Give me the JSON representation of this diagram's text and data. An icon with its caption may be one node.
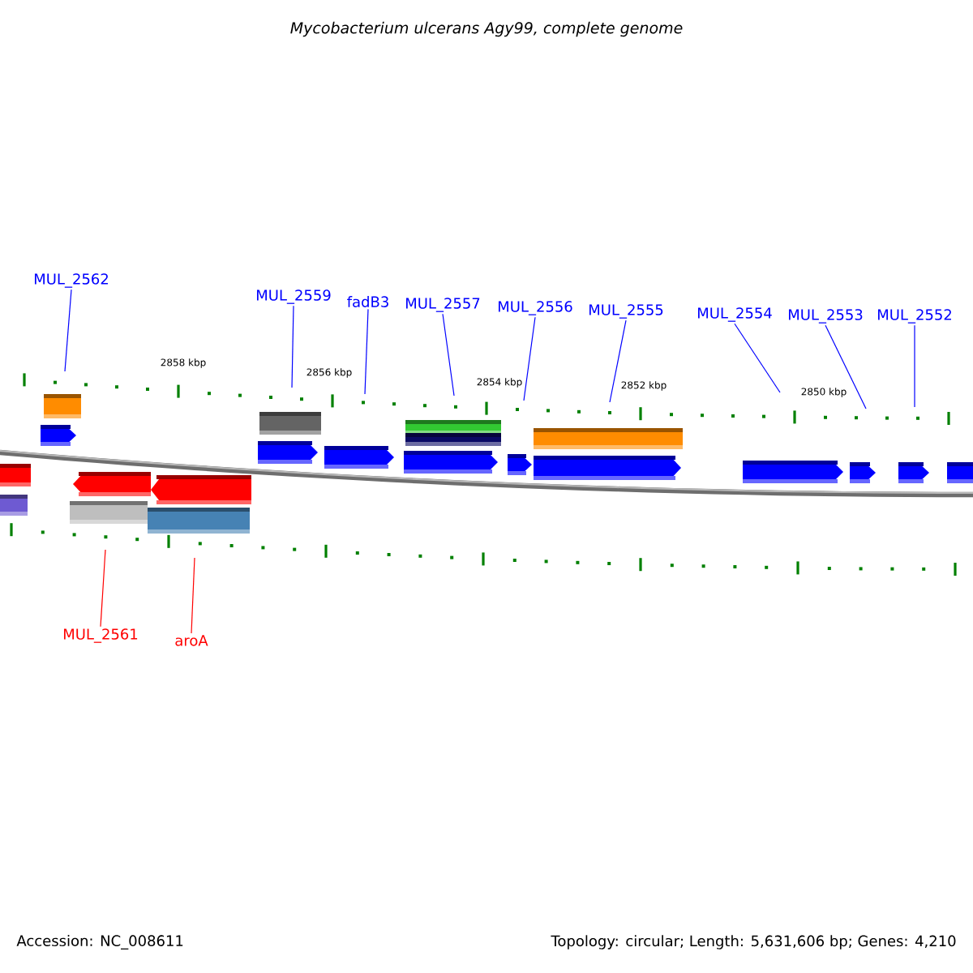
{
  "diagram": {
    "title": "*Mycobacterium ulcerans* Agy99, complete genome",
    "nodes": [
      {
        "text": [
          "MUL_2562"
        ]
      },
      {
        "text": [
          "MUL_2559"
        ]
      },
      {
        "text": [
          "fadB3"
        ]
      },
      {
        "text": [
          "MUL_2557"
        ]
      },
      {
        "text": [
          "MUL_2556"
        ]
      },
      {
        "text": [
          "MUL_2555"
        ]
      },
      {
        "text": [
          "MUL_2554"
        ]
      },
      {
        "text": [
          "MUL_2553"
        ]
      },
      {
        "text": [
          "MUL_2552"
        ]
      },
      {
        "text": [
          "MUL_2561"
        ]
      },
      {
        "text": [
          "aroA"
        ]
      }
    ],
    "edges": [
      {
        "from": 0,
        "to": null,
        "arrow": "none"
      },
      {
        "from": 1,
        "to": null,
        "arrow": "none"
      },
      {
        "from": 2,
        "to": null,
        "arrow": "none"
      },
      {
        "from": 3,
        "to": null,
        "arrow": "none"
      },
      {
        "from": 4,
        "to": null,
        "arrow": "none"
      },
      {
        "from": 5,
        "to": null,
        "arrow": "none"
      },
      {
        "from": 6,
        "to": null,
        "arrow": "none"
      },
      {
        "from": 7,
        "to": null,
        "arrow": "none"
      },
      {
        "from": 8,
        "to": null,
        "arrow": "none"
      },
      {
        "from": 9,
        "to": null,
        "arrow": "none",
        "color": "#ff0000"
      },
      {
        "from": 10,
        "to": null,
        "arrow": "none",
        "color": "#ff0000"
      }
    ],
    "labels": [
      "2858 kbp",
      "2856 kbp",
      "2854 kbp",
      "2852 kbp",
      "2850 kbp",
      "Accession: NC_008611",
      "Topology: circular; Length: 5,631,606 bp; Genes: 4,210"
    ]
  }
}
